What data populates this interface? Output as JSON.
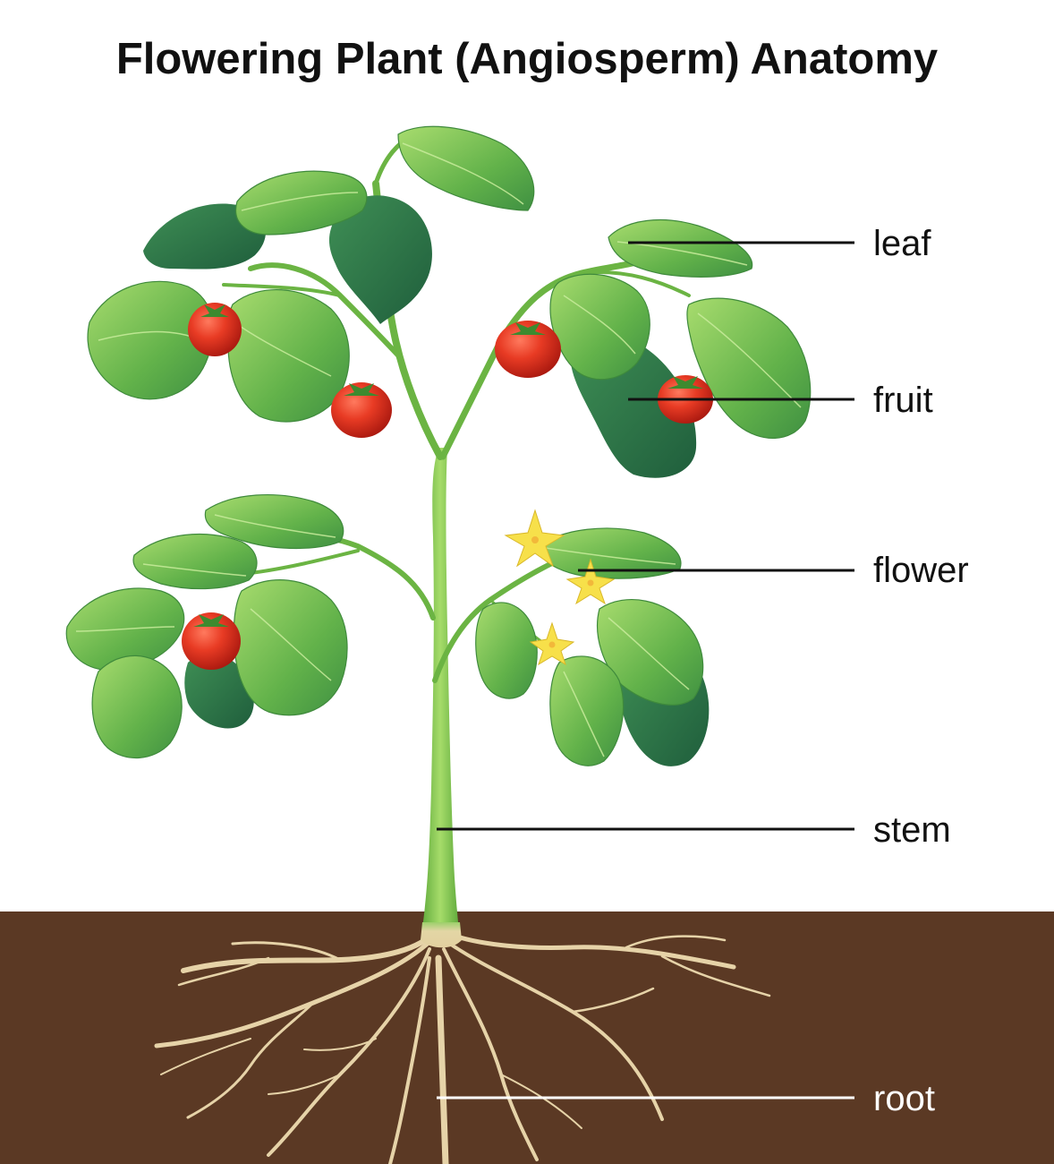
{
  "title": "Flowering Plant (Angiosperm) Anatomy",
  "labels": {
    "leaf": "leaf",
    "fruit": "fruit",
    "flower": "flower",
    "stem": "stem",
    "root": "root"
  },
  "colors": {
    "background": "#ffffff",
    "soil": "#5b3924",
    "stem": "#7cc24a",
    "leaf_light": "#7dc456",
    "leaf_dark": "#2e7a4d",
    "tomato": "#e03a26",
    "flower": "#f7e04a",
    "root": "#e6d3a8",
    "label_dark": "#111111",
    "label_light": "#ffffff"
  }
}
